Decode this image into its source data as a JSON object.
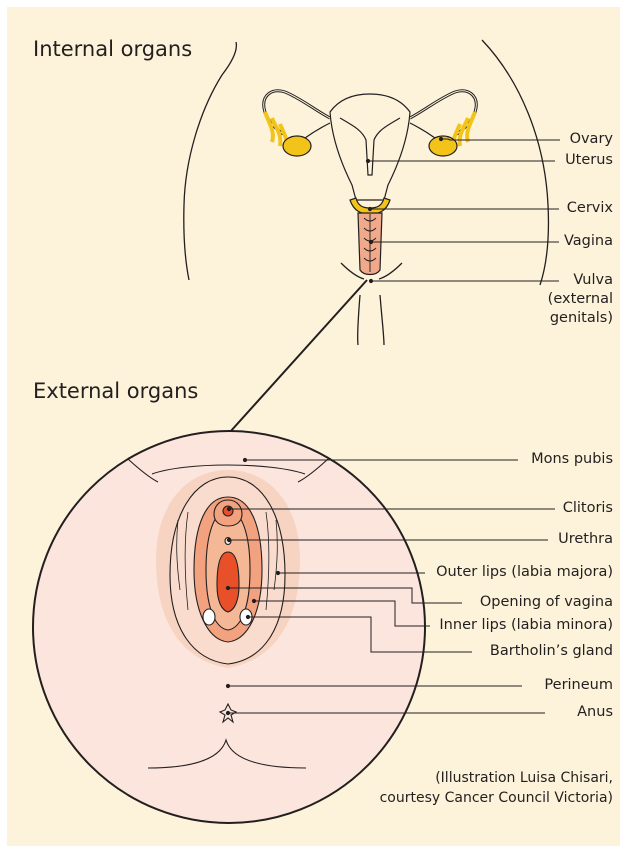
{
  "headings": {
    "internal": "Internal organs",
    "external": "External organs"
  },
  "internal_labels": {
    "ovary": "Ovary",
    "uterus": "Uterus",
    "cervix": "Cervix",
    "vagina": "Vagina",
    "vulva_line1": "Vulva",
    "vulva_line2": "(external",
    "vulva_line3": "genitals)"
  },
  "external_labels": {
    "mons_pubis": "Mons pubis",
    "clitoris": "Clitoris",
    "urethra": "Urethra",
    "outer_lips": "Outer lips (labia majora)",
    "opening_of_vagina": "Opening of vagina",
    "inner_lips": "Inner lips (labia minora)",
    "bartholins_gland": "Bartholin’s gland",
    "perineum": "Perineum",
    "anus": "Anus"
  },
  "credit": {
    "line1": "(Illustration Luisa  Chisari,",
    "line2": "courtesy Cancer Council Victoria)"
  },
  "colors": {
    "background": "#fdf3da",
    "circle_fill": "#fbe5dc",
    "skin": "#f7d3c2",
    "inner_lips": "#f2a27f",
    "vaginal_opening": "#e8502a",
    "ovary_yellow": "#f2c318",
    "vagina_pink": "#f0a98a",
    "line": "#231f20"
  }
}
